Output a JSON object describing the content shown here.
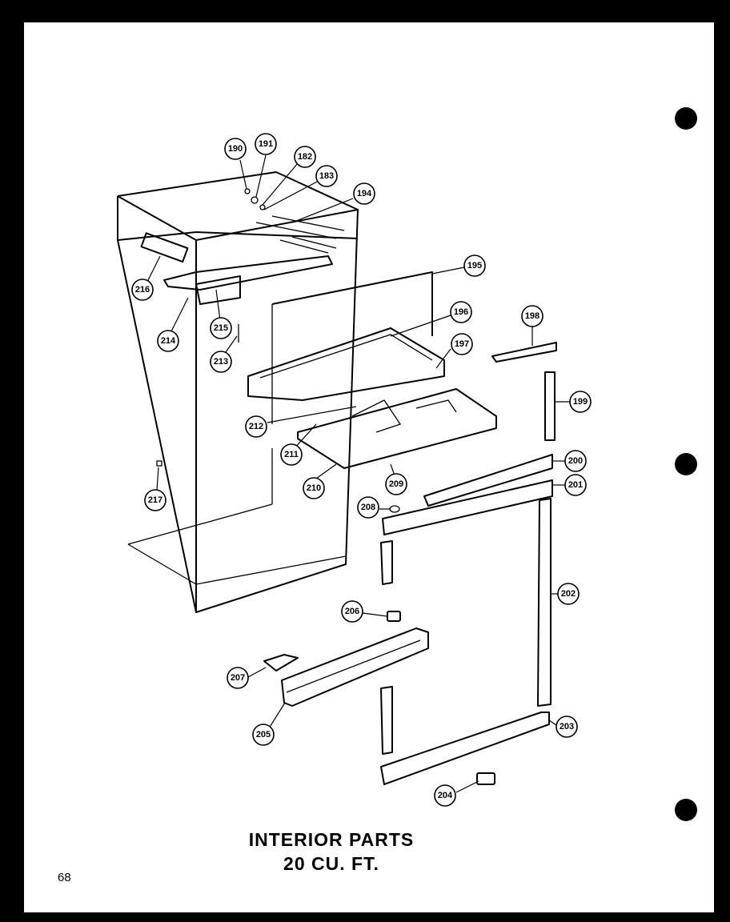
{
  "title_line_1": "INTERIOR PARTS",
  "title_line_2": "20 CU. FT.",
  "page_number": "68",
  "callouts": [
    {
      "label": "190"
    },
    {
      "label": "191"
    },
    {
      "label": "182"
    },
    {
      "label": "183"
    },
    {
      "label": "194"
    },
    {
      "label": "195"
    },
    {
      "label": "196"
    },
    {
      "label": "197"
    },
    {
      "label": "198"
    },
    {
      "label": "199"
    },
    {
      "label": "200"
    },
    {
      "label": "201"
    },
    {
      "label": "202"
    },
    {
      "label": "203"
    },
    {
      "label": "204"
    },
    {
      "label": "205"
    },
    {
      "label": "206"
    },
    {
      "label": "207"
    },
    {
      "label": "208"
    },
    {
      "label": "209"
    },
    {
      "label": "210"
    },
    {
      "label": "211"
    },
    {
      "label": "212"
    },
    {
      "label": "213"
    },
    {
      "label": "214"
    },
    {
      "label": "215"
    },
    {
      "label": "216"
    },
    {
      "label": "217"
    }
  ]
}
